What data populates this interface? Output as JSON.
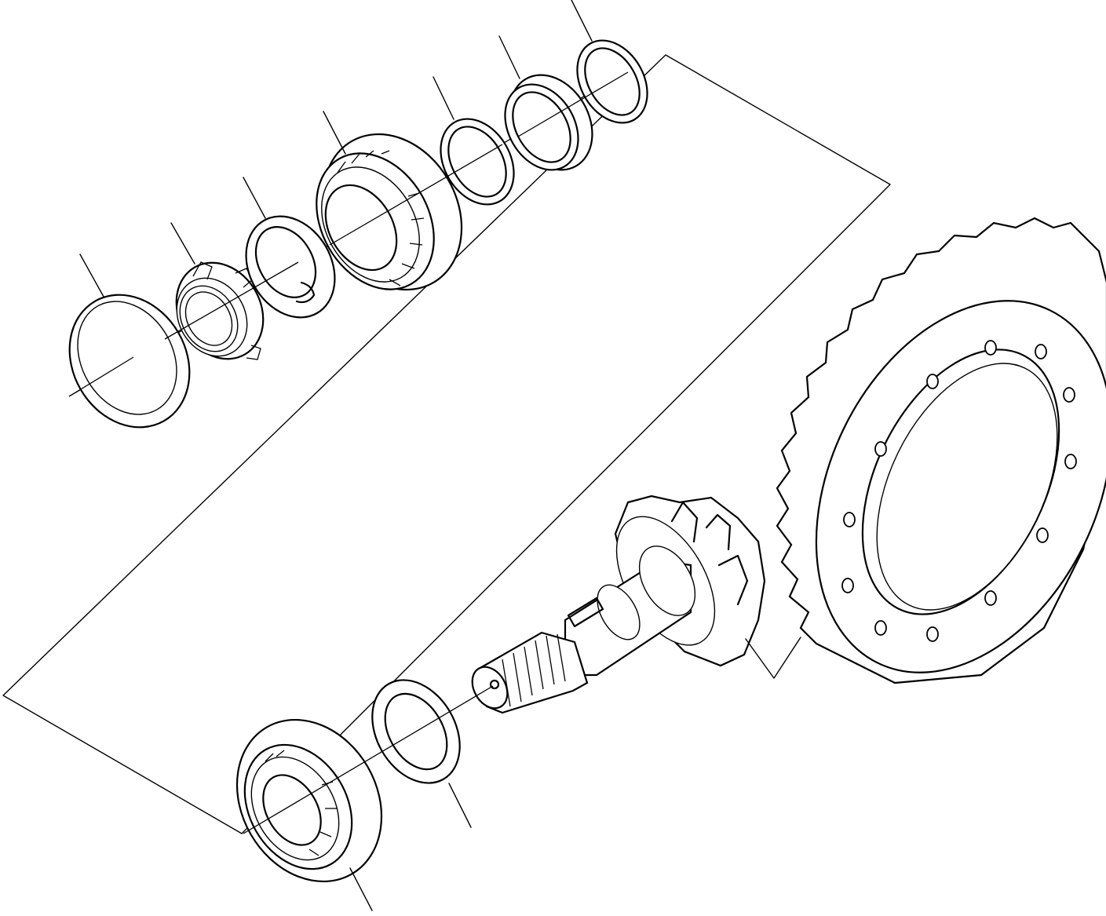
{
  "diagram": {
    "type": "exploded-parts-view",
    "colors": {
      "line": "#000000",
      "background": "#ffffff"
    },
    "parts": [
      {
        "name": "seal-ring"
      },
      {
        "name": "slotted-nut"
      },
      {
        "name": "tab-washer"
      },
      {
        "name": "taper-roller-bearing-upper"
      },
      {
        "name": "shim-ring-upper"
      },
      {
        "name": "bearing-cup"
      },
      {
        "name": "spacer-ring"
      },
      {
        "name": "taper-roller-bearing-lower"
      },
      {
        "name": "thrust-washer"
      },
      {
        "name": "pinion-shaft"
      },
      {
        "name": "crown-wheel"
      }
    ]
  }
}
